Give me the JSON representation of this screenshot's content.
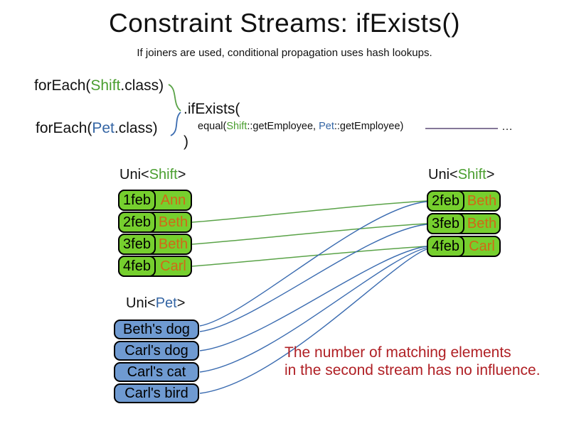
{
  "slide": {
    "title": "Constraint Streams: ifExists()",
    "subtitle": "If joiners are used, conditional propagation uses hash lookups."
  },
  "code": {
    "foreach_shift": {
      "prefix": "forEach(",
      "class_name": "Shift",
      "suffix": ".class)"
    },
    "foreach_pet": {
      "prefix": "forEach(",
      "class_name": "Pet",
      "suffix": ".class)"
    },
    "if_exists": ".ifExists(",
    "equal_joiner": {
      "prefix": "equal(",
      "left_class": "Shift",
      "left_method": "::getEmployee, ",
      "right_class": "Pet",
      "right_method": "::getEmployee)"
    },
    "ellipsis": "…",
    "close_paren": ")"
  },
  "left_stream": {
    "label": {
      "prefix": "Uni<",
      "type": "Shift",
      "suffix": ">"
    },
    "rows": [
      {
        "date": "1feb",
        "name": "Ann"
      },
      {
        "date": "2feb",
        "name": "Beth"
      },
      {
        "date": "3feb",
        "name": "Beth"
      },
      {
        "date": "4feb",
        "name": "Carl"
      }
    ]
  },
  "right_stream": {
    "label": {
      "prefix": "Uni<",
      "type": "Shift",
      "suffix": ">"
    },
    "rows": [
      {
        "date": "2feb",
        "name": "Beth"
      },
      {
        "date": "3feb",
        "name": "Beth"
      },
      {
        "date": "4feb",
        "name": "Carl"
      }
    ]
  },
  "pet_stream": {
    "label": {
      "prefix": "Uni<",
      "type": "Pet",
      "suffix": ">"
    },
    "items": [
      "Beth's dog",
      "Carl's dog",
      "Carl's cat",
      "Carl's bird"
    ]
  },
  "connections": {
    "shift_to_shift": [
      [
        "2feb",
        "2feb"
      ],
      [
        "3feb",
        "3feb"
      ],
      [
        "4feb",
        "4feb"
      ]
    ],
    "pet_to_shift": [
      [
        "Beth's dog",
        "2feb"
      ],
      [
        "Beth's dog",
        "3feb"
      ],
      [
        "Carl's dog",
        "4feb"
      ],
      [
        "Carl's cat",
        "4feb"
      ],
      [
        "Carl's bird",
        "4feb"
      ]
    ]
  },
  "note": {
    "line1": "The number of matching elements",
    "line2": "in the second stream has no influence."
  },
  "colors": {
    "shift_green_text": "#4a9e2f",
    "pet_blue_text": "#3465a4",
    "shift_box_green": "#76cf2e",
    "pet_box_blue": "#6f9ad1",
    "name_orange": "#d26817",
    "note_red": "#b02025",
    "match_line_green": "#5aa348",
    "match_line_blue": "#3a6bb0",
    "joiner_line_purple": "#5b4a77"
  }
}
